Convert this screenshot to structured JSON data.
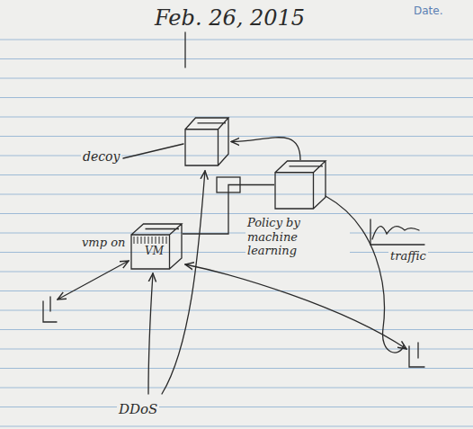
{
  "diagram": {
    "title": "Feb. 26, 2015",
    "nodes": [
      {
        "text": [
          "decoy"
        ]
      },
      {
        "text": [
          "vmp on",
          "VM"
        ]
      },
      {
        "text": [
          "Policy by machine learning"
        ]
      }
    ],
    "edges": [
      {
        "from": 1,
        "to": 2,
        "arrow": "none"
      },
      {
        "from": 2,
        "to": 0,
        "arrow": "to"
      }
    ],
    "labels": [
      "Date.",
      "traffic",
      "DDoS"
    ]
  }
}
